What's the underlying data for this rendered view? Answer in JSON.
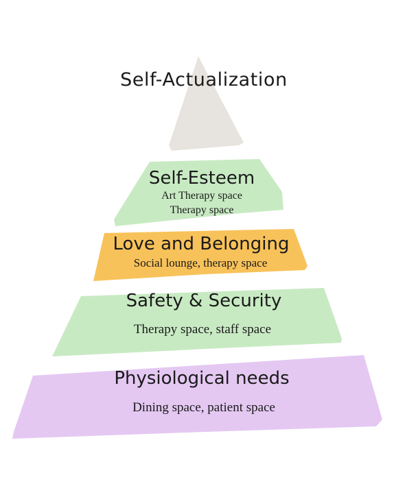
{
  "colors": {
    "tier_top": "#e7e3de",
    "tier_esteem": "#c8eac3",
    "tier_love": "#f8c25a",
    "tier_safety": "#c8eac3",
    "tier_physiological": "#e4c8f2"
  },
  "pyramid": {
    "tiers": [
      {
        "title": "Self-Actualization",
        "lines": []
      },
      {
        "title": "Self-Esteem",
        "lines": [
          "Art Therapy space",
          "Therapy space"
        ]
      },
      {
        "title": "Love and Belonging",
        "lines": [
          "Social lounge, therapy space"
        ]
      },
      {
        "title": "Safety & Security",
        "lines": [
          "Therapy space, staff  space"
        ]
      },
      {
        "title": "Physiological needs",
        "lines": [
          "Dining space, patient space"
        ]
      }
    ]
  }
}
